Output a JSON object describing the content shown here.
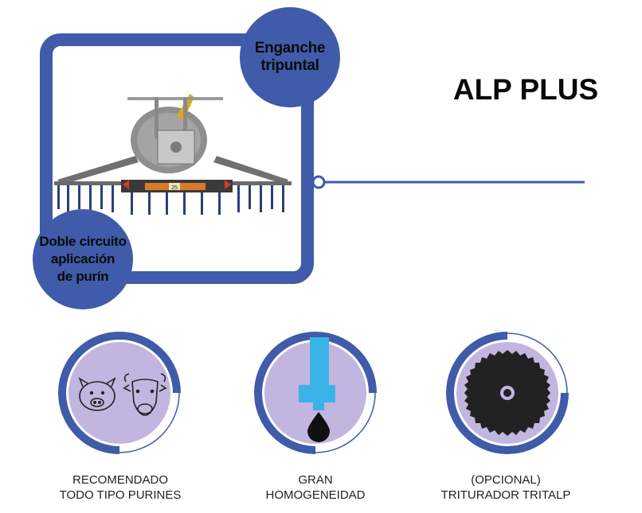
{
  "badges": {
    "top_line1": "Enganche",
    "top_line2": "tripuntal",
    "bottom_line1": "Doble circuito",
    "bottom_line2": "aplicación",
    "bottom_line3": "de purín"
  },
  "title": "ALP PLUS",
  "machine": {
    "plate": "25"
  },
  "features": [
    {
      "line1": "RECOMENDADO",
      "line2": "TODO TIPO PURINES",
      "icon": "pig-cow-icon"
    },
    {
      "line1": "GRAN",
      "line2": "HOMOGENEIDAD",
      "icon": "nozzle-drop-icon"
    },
    {
      "line1": "(OPCIONAL)",
      "line2": "TRITURADOR TRITALP",
      "icon": "saw-blade-icon"
    }
  ],
  "colors": {
    "brand_blue": "#3f5ba9",
    "lavender": "#c2b6e0",
    "cyan": "#3ab3e8",
    "dark": "#0a0a0a"
  }
}
